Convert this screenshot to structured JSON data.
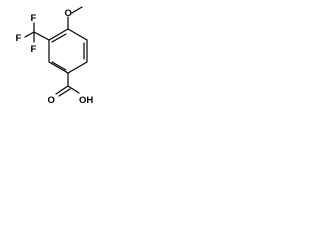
{
  "molecule": {
    "atom_labels": {
      "methoxy_o": "O",
      "f_top": "F",
      "f_left": "F",
      "f_bottom": "F",
      "acid_o": "O",
      "acid_oh": "OH"
    },
    "colors": {
      "bond": "#000000",
      "text": "#000000",
      "background": "#ffffff"
    }
  }
}
